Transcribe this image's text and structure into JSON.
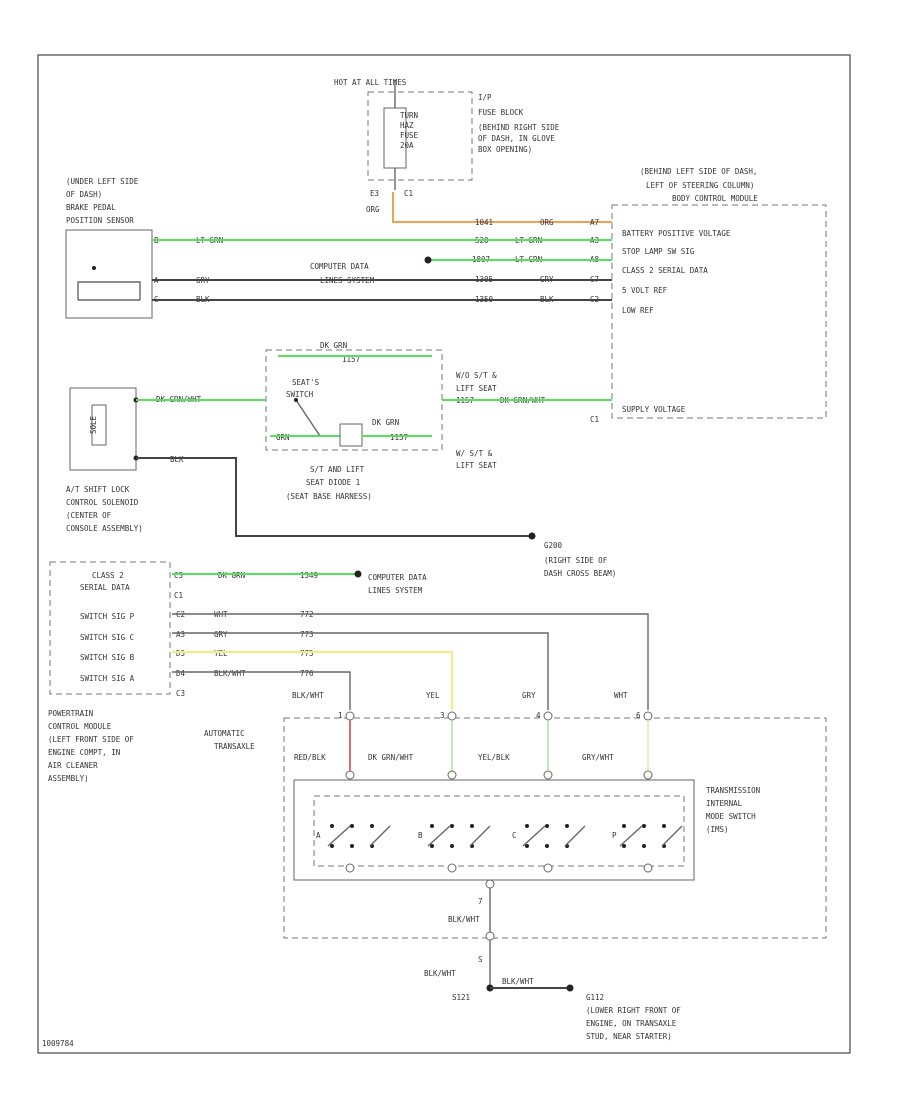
{
  "colors": {
    "lt_grn": "#59e05a",
    "dk_grn": "#59e05a",
    "orange": "#f0a050",
    "yellow": "#f0ec90",
    "red": "#e07070",
    "wire": "#666666"
  },
  "fuse": {
    "hot": "HOT AT ALL TIMES",
    "fuse_lines": [
      "TURN",
      "HAZ",
      "FUSE",
      "20A"
    ],
    "location": [
      "I/P",
      "FUSE BLOCK",
      "(BEHIND RIGHT SIDE",
      "OF DASH, IN GLOVE",
      "BOX OPENING)"
    ],
    "pin": "C1",
    "pin_num": "E3",
    "wire": "ORG"
  },
  "bcm": {
    "location": [
      "(BEHIND LEFT SIDE OF DASH,",
      "LEFT OF STEERING COLUMN)"
    ],
    "name": "BODY CONTROL MODULE",
    "pins": [
      "BATTERY POSITIVE VOLTAGE",
      "STOP LAMP SW SIG",
      "CLASS 2 SERIAL DATA",
      "5 VOLT REF",
      "LOW REF"
    ],
    "supply": "SUPPLY VOLTAGE",
    "supply_pin": "C1",
    "pin_nums": [
      "A7",
      "A3",
      "A8",
      "C7",
      "C2"
    ],
    "wire_labels": [
      {
        "id": "1041",
        "color": "ORG"
      },
      {
        "id": "520",
        "color": "LT GRN"
      },
      {
        "id": "1807",
        "color": "LT GRN"
      },
      {
        "id": "1305",
        "color": "GRY"
      },
      {
        "id": "1350",
        "color": "BLK"
      }
    ]
  },
  "brake_sensor": {
    "location": [
      "(UNDER LEFT SIDE",
      "OF DASH)",
      "BRAKE PEDAL",
      "POSITION SENSOR"
    ],
    "pins": [
      "B",
      "A",
      "C"
    ],
    "wire_colors": [
      "LT GRN",
      "GRY",
      "BLK"
    ]
  },
  "computer_data": {
    "label1": "COMPUTER DATA",
    "label2": "LINES SYSTEM"
  },
  "seat_harness": {
    "top_wire": "DK GRN",
    "top_id": "1157",
    "switch": [
      "SEAT'S",
      "SWITCH"
    ],
    "wire_left": "GRN",
    "wire_right": "DK GRN",
    "right_id": "1157",
    "caption": [
      "S/T AND LIFT",
      "SEAT DIODE 1",
      "(SEAT BASE HARNESS)"
    ],
    "conn_right": [
      "W/O S/T &",
      "LIFT SEAT"
    ],
    "conn_right2": [
      "W/ S/T &",
      "LIFT SEAT"
    ],
    "supply_wire": "DK GRN/WHT",
    "supply_id": "1157"
  },
  "shift_lock": {
    "label": "SOLE",
    "wire1": "DK GRN/WHT",
    "wire2": "BLK",
    "caption": [
      "A/T SHIFT LOCK",
      "CONTROL SOLENOID",
      "(CENTER OF",
      "CONSOLE ASSEMBLY)"
    ]
  },
  "ground_g200": {
    "id": "G200",
    "location": [
      "(RIGHT SIDE OF",
      "DASH CROSS BEAM)"
    ]
  },
  "pcm": {
    "rows": [
      {
        "label": "CLASS 2",
        "label2": "SERIAL DATA",
        "pin": "C1",
        "num": "C3",
        "wire": "DK GRN",
        "id": "1349"
      },
      {
        "label": "SWITCH SIG P",
        "pin": "C3",
        "num": "C2",
        "wire": "WHT",
        "id": "772"
      },
      {
        "label": "SWITCH SIG C",
        "pin": "C3",
        "num": "A3",
        "wire": "GRY",
        "id": "773"
      },
      {
        "label": "SWITCH SIG B",
        "pin": "C3",
        "num": "D3",
        "wire": "YEL",
        "id": "775"
      },
      {
        "label": "SWITCH SIG A",
        "pin": "C3",
        "num": "D4",
        "wire": "BLK/WHT",
        "id": "776"
      }
    ],
    "caption": [
      "POWERTRAIN",
      "CONTROL MODULE",
      "(LEFT FRONT SIDE OF",
      "ENGINE COMPT, IN",
      "AIR CLEANER",
      "ASSEMBLY)"
    ],
    "end_pin": "C3"
  },
  "transaxle": {
    "label": [
      "AUTOMATIC",
      "TRANSAXLE"
    ],
    "top_wires": [
      "BLK/WHT",
      "YEL",
      "GRY",
      "WHT"
    ],
    "top_pins": [
      "1",
      "3",
      "4",
      "6"
    ],
    "inner_wires": [
      "RED/BLK",
      "DK GRN/WHT",
      "YEL/BLK",
      "GRY/WHT"
    ],
    "switch": [
      "TRANSMISSION",
      "INTERNAL",
      "MODE SWITCH",
      "(IMS)"
    ],
    "switch_letters": [
      "A",
      "B",
      "C",
      "P"
    ],
    "bottom_wire": "BLK/WHT",
    "bottom_pin": "7",
    "bottom_pin2": "S"
  },
  "ground_g112": {
    "id": "G112",
    "wire": "BLK/WHT",
    "wire2": "BLK/WHT",
    "splice": "S121",
    "location": [
      "(LOWER RIGHT FRONT OF",
      "ENGINE, ON TRANSAXLE",
      "STUD, NEAR STARTER)"
    ]
  },
  "footer": "1009784"
}
